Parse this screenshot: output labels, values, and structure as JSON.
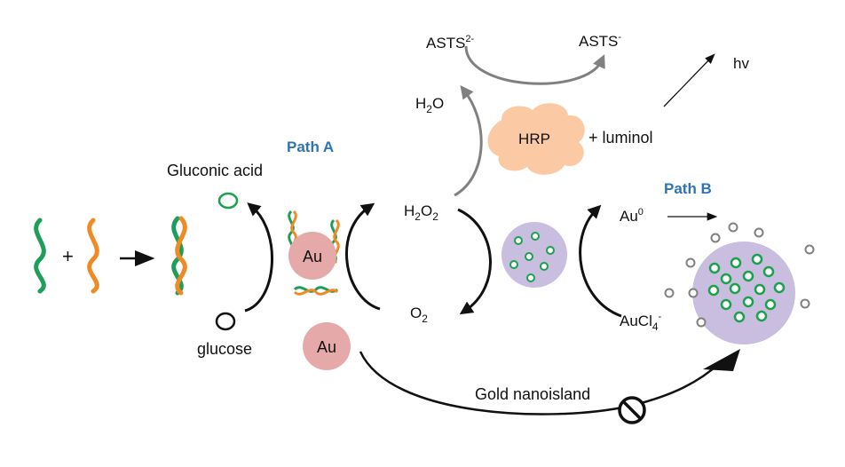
{
  "labels": {
    "path_a": "Path A",
    "path_b": "Path B",
    "gluconic_acid": "Gluconic acid",
    "glucose": "glucose",
    "au": "Au",
    "h2o2_main": "H",
    "h2o2_sub1": "2",
    "h2o2_o": "O",
    "h2o2_sub2": "2",
    "o2_main": "O",
    "o2_sub": "2",
    "h2o_h": "H",
    "h2o_sub": "2",
    "h2o_o": "O",
    "asts_left": "ASTS",
    "asts_left_sup": "2-",
    "asts_right": "ASTS",
    "asts_right_sup": "-",
    "hv": "hv",
    "hrp": "HRP",
    "luminol": "+  luminol",
    "au0": "Au",
    "au0_sup": "0",
    "aucl4": "AuCl",
    "aucl4_sub": "4",
    "aucl4_sup": "-",
    "gold_nanoisland": "Gold nanoisland",
    "plus": "+"
  },
  "colors": {
    "path_label": "#2e74b5",
    "au_particle": "#e6a9a9",
    "hrp_cloud": "#fbc9a4",
    "nanoparticle": "#c9bde0",
    "green_dot": "#1aa14b",
    "dna_green": "#1e9e5a",
    "dna_orange": "#f08a24",
    "arrow_black": "#111111",
    "arrow_gray": "#808080"
  }
}
